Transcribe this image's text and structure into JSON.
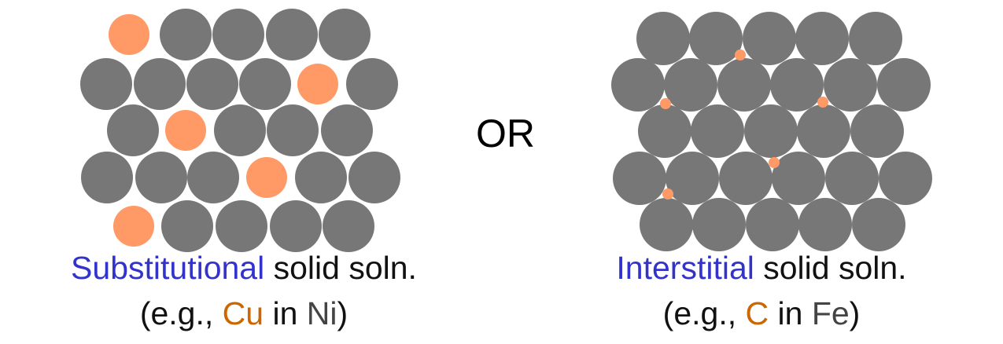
{
  "colors": {
    "host_atom": "#777777",
    "impurity_atom": "#FF9966",
    "type_keyword": "#3333CC",
    "solute_text": "#CC6600",
    "solvent_text": "#444444",
    "body_text": "#111111"
  },
  "separator": {
    "text": "OR"
  },
  "substitutional": {
    "caption": {
      "keyword": "Substitutional",
      "rest": " solid soln."
    },
    "example": {
      "open": "(e.g., ",
      "solute": "Cu",
      "middle": " in ",
      "solvent": "Ni",
      "close": ")"
    }
  },
  "interstitial": {
    "caption": {
      "keyword": "Interstitial",
      "rest": " solid soln."
    },
    "example": {
      "open": "(e.g., ",
      "solute": "C",
      "middle": " in ",
      "solvent": "Fe",
      "close": ")"
    }
  }
}
